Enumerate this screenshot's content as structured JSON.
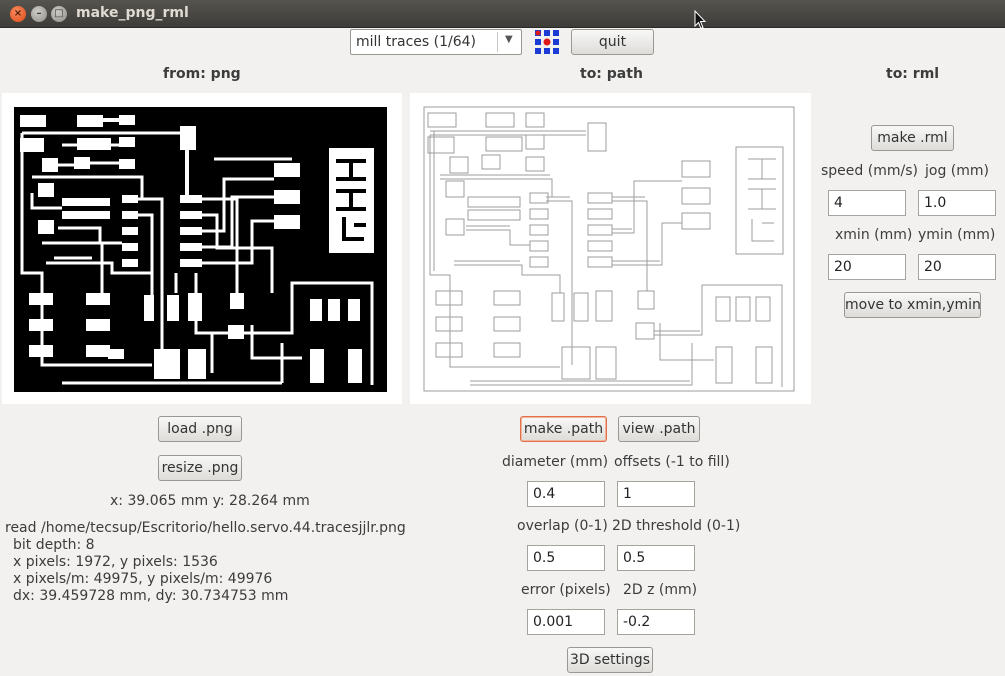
{
  "window": {
    "title": "make_png_rml"
  },
  "toolbar": {
    "mode_value": "mill traces (1/64)",
    "quit_label": "quit",
    "logo_icon": "fab-logo-icon"
  },
  "headers": {
    "from": "from: png",
    "to_path": "to: path",
    "to_rml": "to: rml"
  },
  "png_panel": {
    "load_label": "load .png",
    "resize_label": "resize .png",
    "size_readout": "x: 39.065 mm  y: 28.264 mm",
    "status_lines": [
      "read /home/tecsup/Escritorio/hello.servo.44.tracesjjlr.png",
      "bit depth: 8",
      "x pixels: 1972, y pixels: 1536",
      "x pixels/m: 49975, y pixels/m: 49976",
      "dx: 39.459728 mm, dy: 30.734753 mm"
    ]
  },
  "path_panel": {
    "make_path_label": "make .path",
    "view_path_label": "view .path",
    "diameter_label": "diameter (mm)",
    "diameter_value": "0.4",
    "offsets_label": "offsets (-1 to fill)",
    "offsets_value": "1",
    "overlap_label": "overlap (0-1)",
    "overlap_value": "0.5",
    "threshold_label": "2D threshold (0-1)",
    "threshold_value": "0.5",
    "error_label": "error (pixels)",
    "error_value": "0.001",
    "z_label": "2D z (mm)",
    "z_value": "-0.2",
    "settings_3d_label": "3D settings"
  },
  "rml_panel": {
    "make_rml_label": "make .rml",
    "speed_label": "speed (mm/s)",
    "speed_value": "4",
    "jog_label": "jog (mm)",
    "jog_value": "1.0",
    "xmin_label": "xmin (mm)",
    "xmin_value": "20",
    "ymin_label": "ymin (mm)",
    "ymin_value": "20",
    "move_label": "move to xmin,ymin"
  },
  "colors": {
    "title_bg": "#3d3c38",
    "close_btn": "#df4a16",
    "focus_border": "#e0714a"
  }
}
